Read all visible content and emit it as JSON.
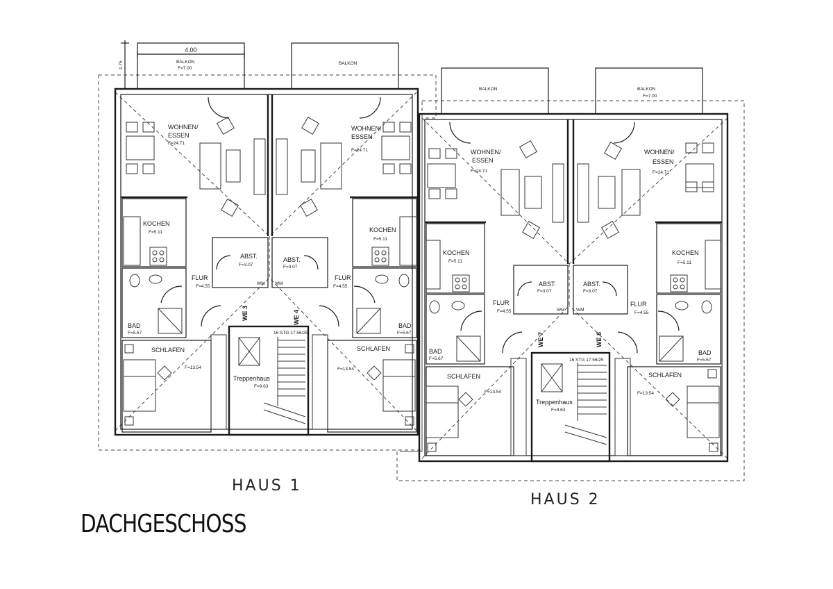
{
  "title": "DACHGESCHOSS",
  "houses": [
    "HAUS 1",
    "HAUS 2"
  ],
  "dimensions": {
    "balcony_width": "4.00",
    "balcony_depth": "1.75"
  },
  "rooms": {
    "balkon": "BALKON",
    "balkon_area": "F=7.00",
    "wohnen_1": "WOHNEN/",
    "wohnen_2": "ESSEN",
    "wohnen_area": "F=24.71",
    "kochen": "KOCHEN",
    "kochen_area": "F=5.11",
    "abst": "ABST.",
    "abst_area": "F=3.07",
    "flur": "FLUR",
    "flur_area": "F=4.55",
    "bad": "BAD",
    "bad_area": "F=5.67",
    "schlafen": "SCHLAFEN",
    "schlafen_area": "F=13.54",
    "treppen": "Treppenhaus",
    "treppen_area": "F=9.63",
    "stair_note": "16 STG 17.56/25",
    "wm": "WM"
  },
  "units": [
    "WE 3",
    "WE 4",
    "WE 7",
    "WE 8"
  ]
}
